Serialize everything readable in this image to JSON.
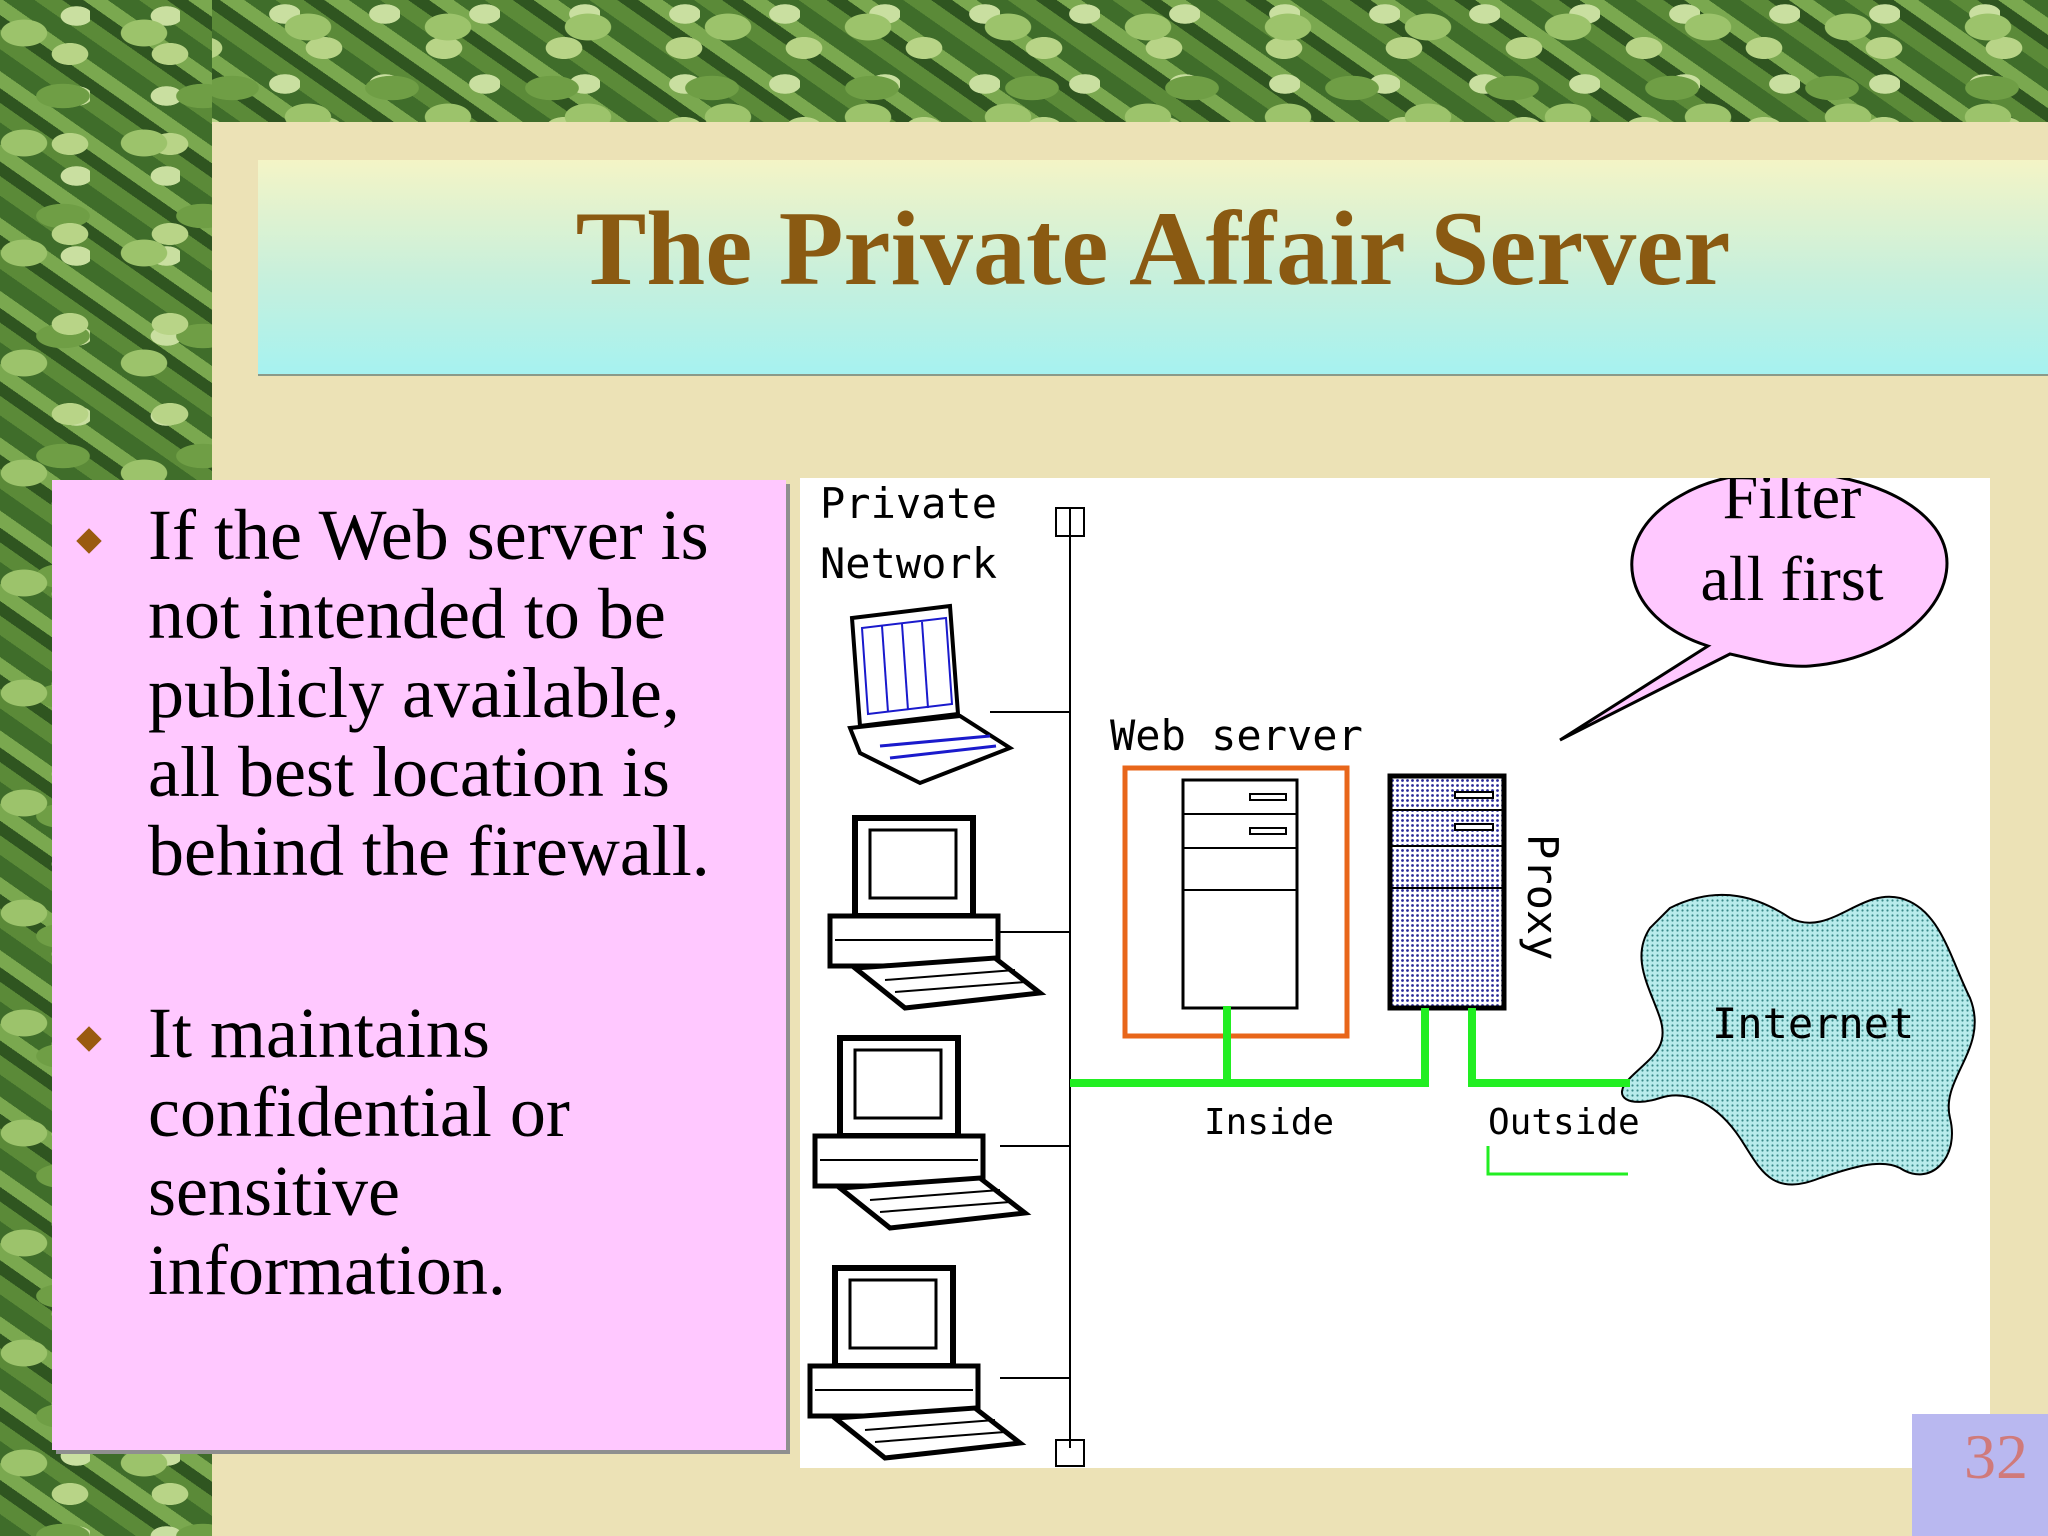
{
  "slide": {
    "title": "The Private Affair Server",
    "page_number": "32"
  },
  "bullets": [
    {
      "text": "If the Web server is not intended to be publicly available, all best location is behind the firewall."
    },
    {
      "text": "It maintains confidential or sensitive information."
    }
  ],
  "diagram": {
    "private_network_line1": "Private",
    "private_network_line2": "Network",
    "web_server_label": "Web  server",
    "proxy_label": "Proxy",
    "internet_label": "Internet",
    "inside_label": "Inside",
    "outside_label": "Outside",
    "callout_line1": "Filter",
    "callout_line2": "all first"
  },
  "colors": {
    "title": "#8a5a12",
    "text_box": "#ffc8ff",
    "network_line": "#22ee22",
    "web_server_frame": "#e8661a",
    "internet_cloud": "#b8ecec",
    "callout": "#ffc8ff"
  },
  "icons": [
    "bullet-diamond-icon",
    "laptop-icon",
    "desktop-computer-icon",
    "server-tower-icon",
    "proxy-server-icon",
    "internet-cloud-icon",
    "speech-bubble-icon"
  ]
}
